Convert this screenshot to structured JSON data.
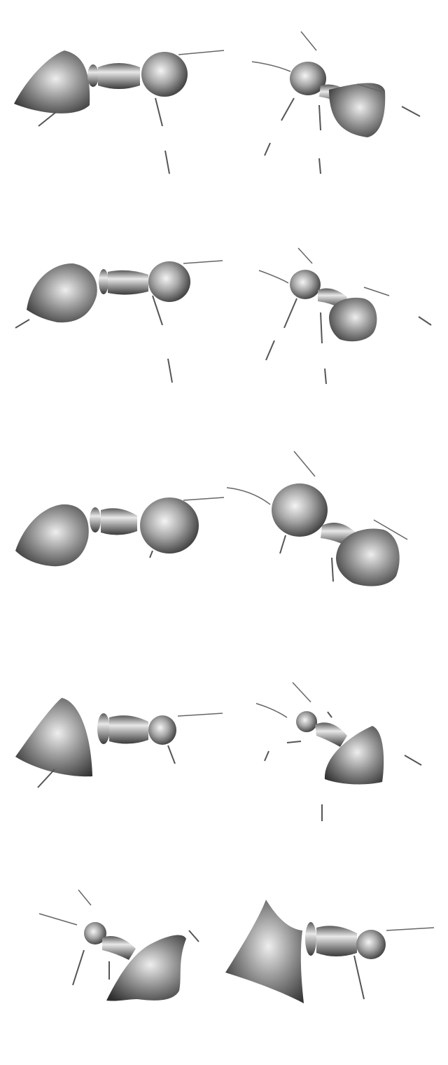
{
  "figures": [
    {
      "row": 1,
      "side": "left",
      "view": "lateral",
      "abdomen_shape": "pointed-triangular"
    },
    {
      "row": 1,
      "side": "right",
      "view": "oblique",
      "abdomen_shape": "teardrop"
    },
    {
      "row": 2,
      "side": "left",
      "view": "lateral",
      "abdomen_shape": "teardrop"
    },
    {
      "row": 2,
      "side": "right",
      "view": "oblique",
      "abdomen_shape": "teardrop"
    },
    {
      "row": 3,
      "side": "left",
      "view": "lateral",
      "abdomen_shape": "teardrop"
    },
    {
      "row": 3,
      "side": "right",
      "view": "oblique",
      "abdomen_shape": "teardrop"
    },
    {
      "row": 4,
      "side": "left",
      "view": "lateral",
      "abdomen_shape": "pointed-triangular"
    },
    {
      "row": 4,
      "side": "right",
      "view": "oblique",
      "abdomen_shape": "conical"
    },
    {
      "row": 5,
      "side": "left",
      "view": "front",
      "abdomen_shape": "flared"
    },
    {
      "row": 5,
      "side": "right",
      "view": "lateral",
      "abdomen_shape": "winged-triangular"
    }
  ],
  "colors": {
    "shading_light": "#f2f2f2",
    "shading_mid": "#9a9a9a",
    "shading_dark": "#3a3a3a",
    "background": "#ffffff"
  }
}
